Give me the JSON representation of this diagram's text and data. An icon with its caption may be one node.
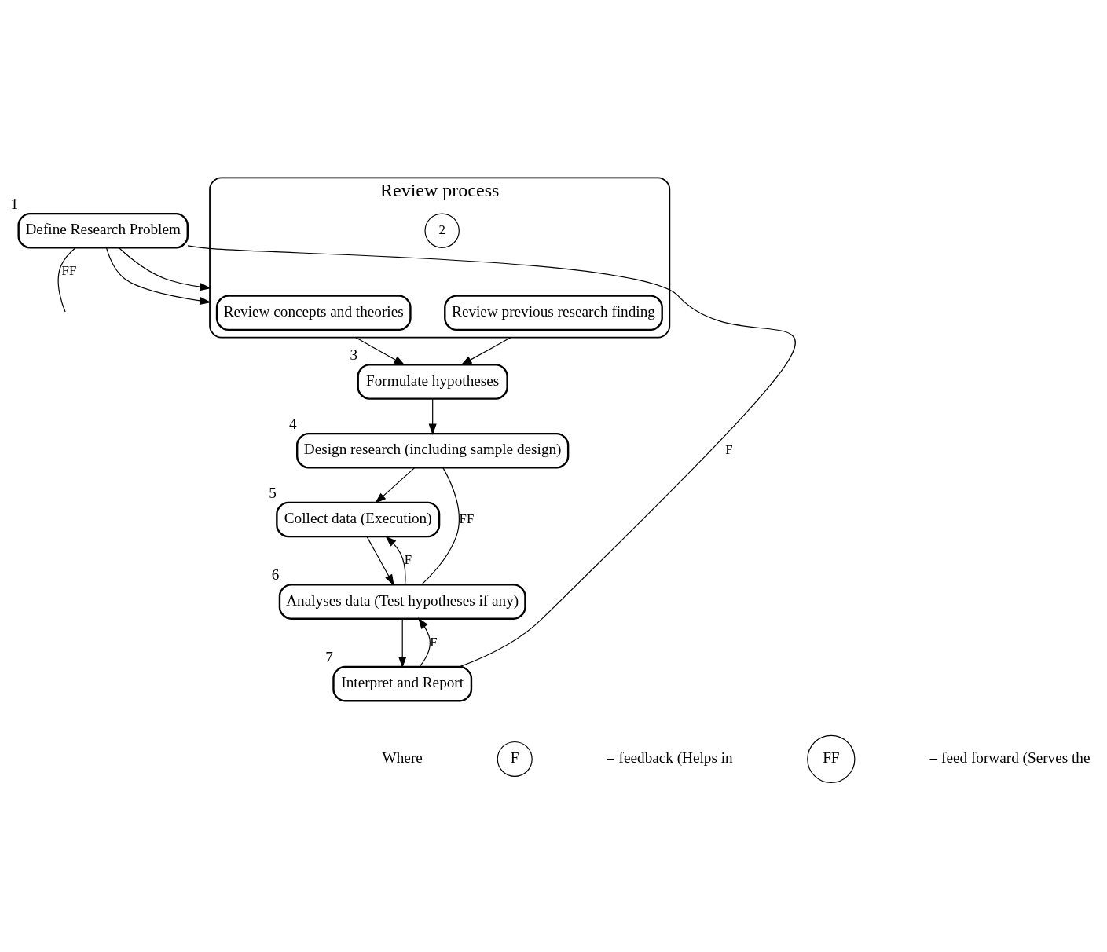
{
  "diagram": {
    "nodes": [
      {
        "text": [
          "Define Research Problem"
        ],
        "beside": [
          "1"
        ]
      },
      {
        "text": [
          "Review process"
        ],
        "beside": [
          "2"
        ]
      },
      {
        "text": [
          "Review concepts and theories"
        ],
        "in": 1
      },
      {
        "text": [
          "Review previous research finding"
        ],
        "in": 1
      },
      {
        "text": [
          "Formulate hypotheses"
        ],
        "beside": [
          "3"
        ]
      },
      {
        "text": [
          "Design research (including sample design)"
        ],
        "beside": [
          "4"
        ]
      },
      {
        "text": [
          "Collect data (Execution)"
        ],
        "beside": [
          "5"
        ]
      },
      {
        "text": [
          "Analyses data (Test hypotheses if any)"
        ],
        "beside": [
          "6"
        ]
      },
      {
        "text": [
          "Interpret and Report"
        ],
        "beside": [
          "7"
        ]
      }
    ],
    "edges": [
      {
        "from": 0,
        "to": 1,
        "arrow": "to"
      },
      {
        "from": 0,
        "to": 1,
        "arrow": "to"
      },
      {
        "from": 1,
        "to": 4,
        "arrow": "to"
      },
      {
        "from": 1,
        "to": 4,
        "arrow": "to"
      },
      {
        "from": 4,
        "to": 5,
        "arrow": "to"
      },
      {
        "from": 5,
        "to": 6,
        "arrow": "to"
      },
      {
        "from": 7,
        "to": 6,
        "label": "F",
        "arrow": "to"
      },
      {
        "from": 6,
        "to": 7,
        "arrow": "to"
      },
      {
        "from": 5,
        "to": 7,
        "label": "FF",
        "arrow": "none"
      },
      {
        "from": 8,
        "to": 7,
        "label": "F",
        "arrow": "to"
      },
      {
        "from": 7,
        "to": 8,
        "arrow": "to"
      },
      {
        "from": 8,
        "to": 0,
        "label": "F",
        "arrow": "none"
      },
      {
        "from": 0,
        "to": null,
        "label": "FF",
        "arrow": "none"
      }
    ],
    "labels": [
      "Where",
      "F",
      "= feedback (Helps in",
      "FF",
      "= feed forward (Serves the"
    ]
  }
}
